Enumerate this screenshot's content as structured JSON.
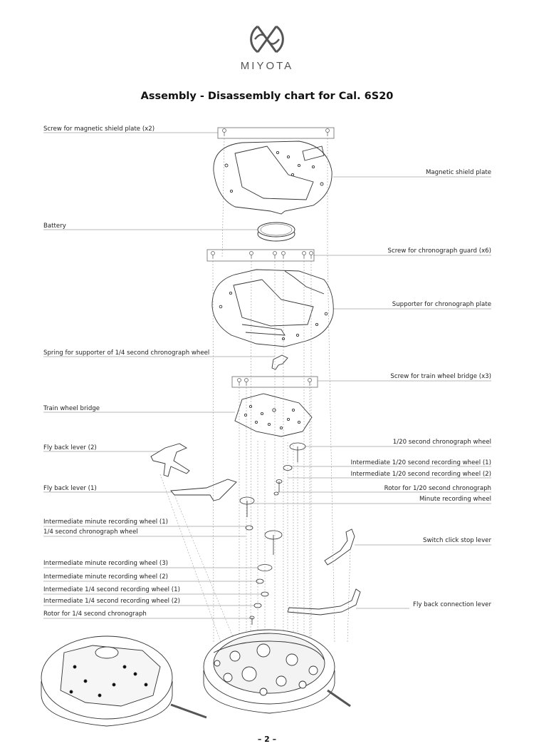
{
  "brand": {
    "name": "MIYOTA",
    "logo": "miyota-emblem"
  },
  "title": "Assembly - Disassembly chart for Cal. 6S20",
  "page_number": "– 2 –",
  "labels_left": [
    "Screw for magnetic shield plate (x2)",
    "Battery",
    "Spring for supporter of 1/4 second chronograph wheel",
    "Train wheel bridge",
    "Fly back lever (2)",
    "Fly back lever (1)",
    "Intermediate minute recording wheel (1)",
    "1/4 second chronograph wheel",
    "Intermediate minute recording wheel (3)",
    "Intermediate minute recording wheel (2)",
    "Intermediate 1/4 second recording wheel (1)",
    "Intermediate 1/4 second recording wheel (2)",
    "Rotor for 1/4 second chronograph"
  ],
  "labels_right": [
    "Magnetic shield plate",
    "Screw for chronograph guard (x6)",
    "Supporter for chronograph plate",
    "Screw for train wheel bridge (x3)",
    "1/20 second chronograph wheel",
    "Intermediate 1/20 second recording wheel (1)",
    "Intermediate 1/20 second recording wheel (2)",
    "Rotor for 1/20 second chronograph",
    "Minute recording wheel",
    "Switch click stop lever",
    "Fly back connection lever"
  ]
}
